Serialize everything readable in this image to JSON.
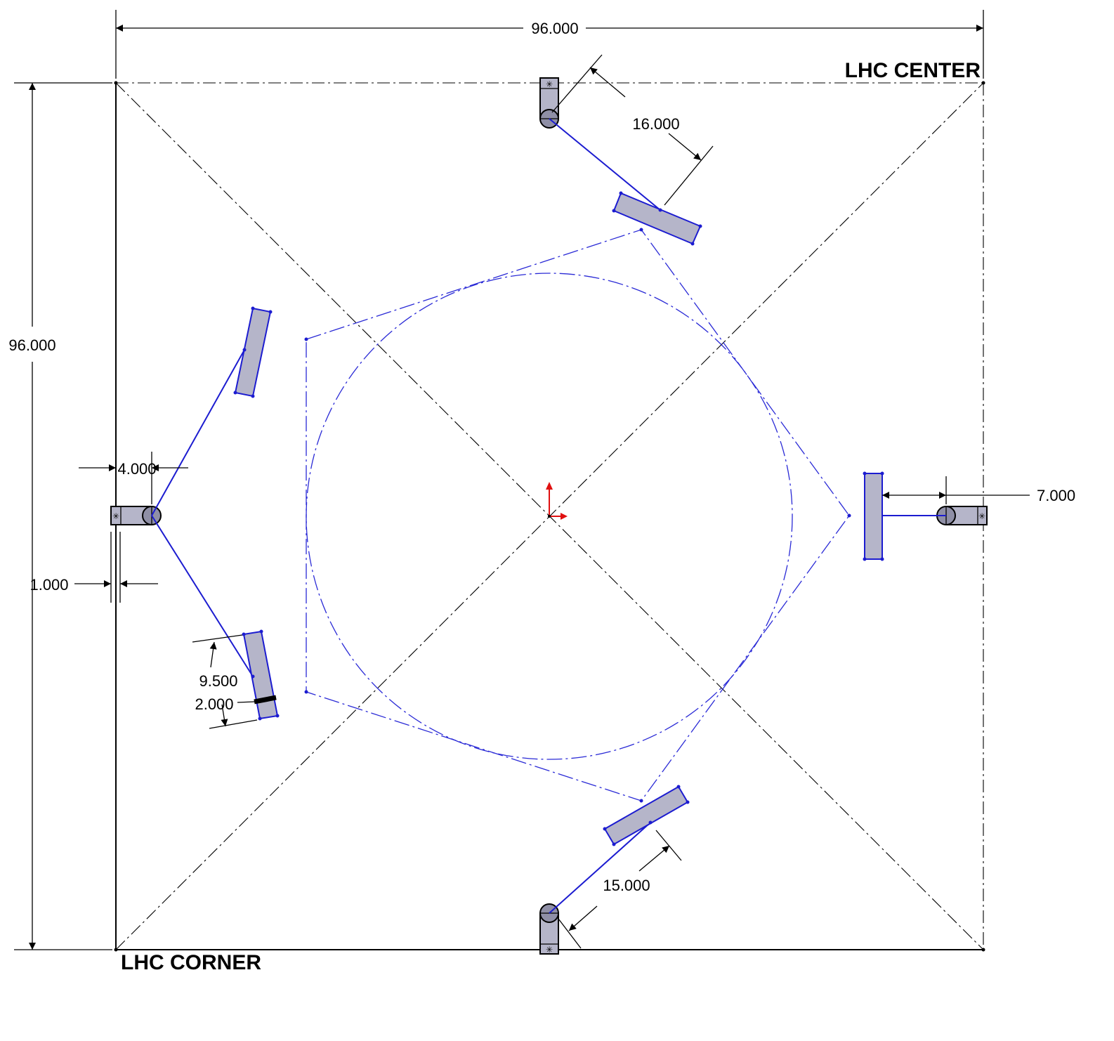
{
  "labels": {
    "top_right": "LHC CENTER",
    "bottom_left": "LHC CORNER"
  },
  "dimensions": {
    "width": "96.000",
    "height": "96.000",
    "top_arm": "16.000",
    "bottom_arm": "15.000",
    "right_offset": "7.000",
    "left_offset": "4.000",
    "wall_gap": "1.000",
    "panel_length": "9.500",
    "panel_width": "2.000"
  },
  "colors": {
    "sketch_blue": "#1c1cd0",
    "panel_fill": "#b5b5c9",
    "origin_red": "#e01010"
  }
}
